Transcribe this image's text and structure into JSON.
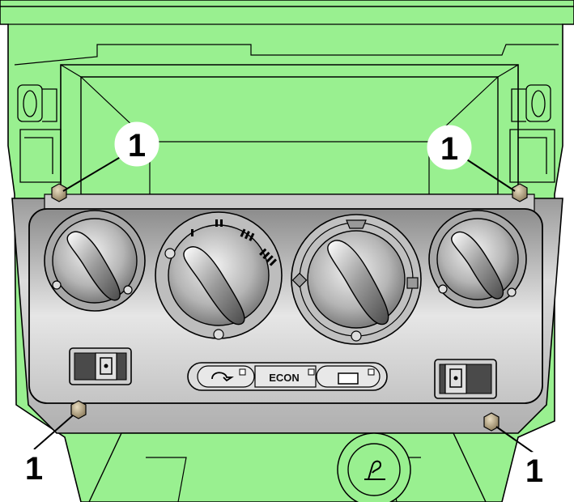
{
  "diagram": {
    "callouts": [
      {
        "id": "top-left",
        "label": "1"
      },
      {
        "id": "top-right",
        "label": "1"
      },
      {
        "id": "bottom-left",
        "label": "1"
      },
      {
        "id": "bottom-right",
        "label": "1"
      }
    ],
    "fan_speed_marks": [
      "I",
      "II",
      "III",
      "IIII"
    ],
    "buttons": {
      "recirculation_symbol": "recirculation-arrow-icon",
      "econ_label": "ECON",
      "rear_defrost_symbol": "rectangle-window-icon"
    },
    "colors": {
      "dashboard": "#99f090",
      "panel": "#c8c8c8",
      "screw": "#b8a98a",
      "outline": "#000000"
    }
  }
}
